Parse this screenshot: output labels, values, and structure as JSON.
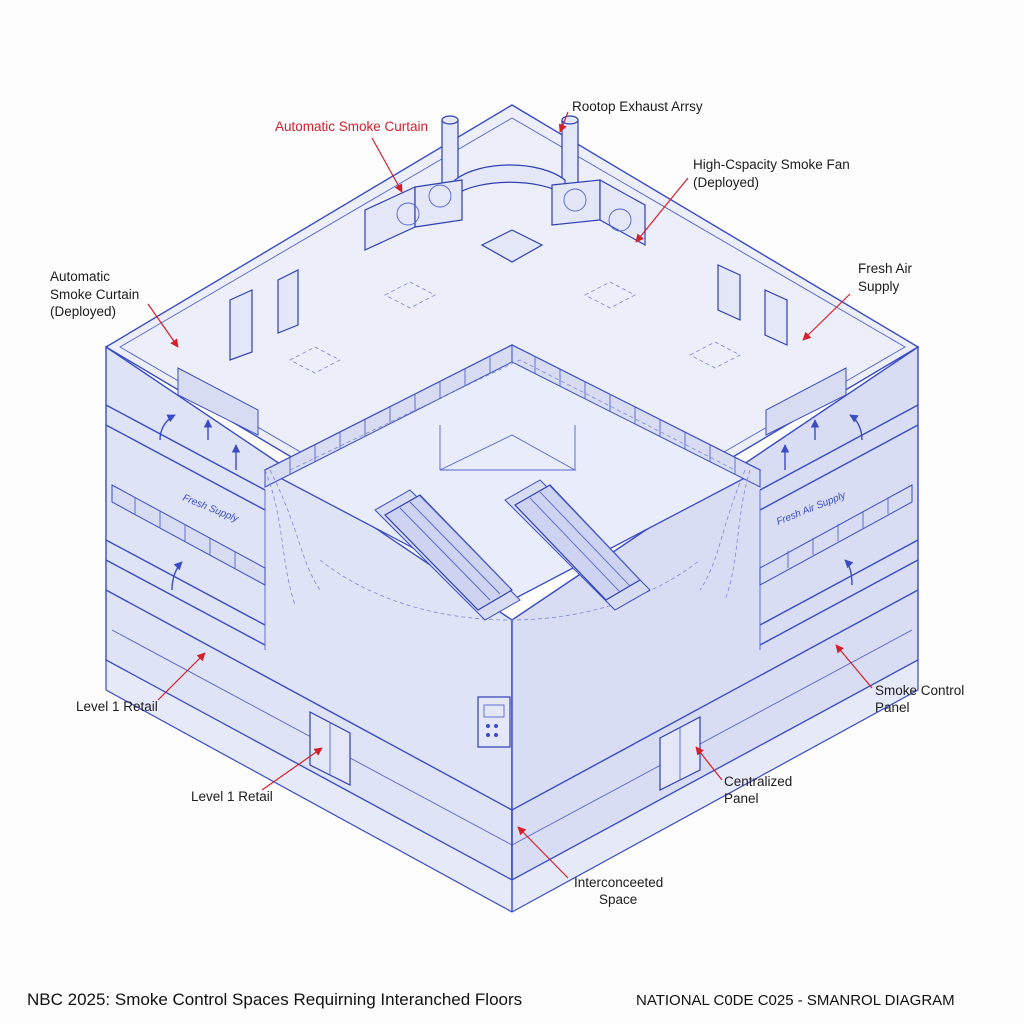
{
  "labels": {
    "rooftop_exhaust": "Rootop Exhaust Arrsy",
    "smoke_curtain_top": "Automatic Smoke Curtain",
    "smoke_fan": [
      "High-Cspacity Smoke Fan",
      "(Deployed)"
    ],
    "smoke_curtain_left": [
      "Automatic",
      "Smoke Curtain",
      "(Deployed)"
    ],
    "fresh_air_right": [
      "Fresh Air",
      "Supply"
    ],
    "level1_retail_a": "Level 1 Retail",
    "level1_retail_b": "Level 1 Retail",
    "smoke_control_panel": [
      "Smoke Control",
      "Panel"
    ],
    "centralized_panel": [
      "Centralized",
      "Panel"
    ],
    "interconnected_space": [
      "Interconceeted",
      "Space"
    ],
    "wall_fresh_supply": "Fresh Supply",
    "wall_fresh_air_supply": "Fresh Air Supply"
  },
  "footer": {
    "title": "NBC 2025: Smoke Control Spaces Requirning Interanched Floors",
    "code": "NATIONAL C0DE C025 - SMANROL DIAGRAM"
  },
  "colors": {
    "line": "#3a4cc4",
    "fill": "#dfe3f6",
    "callout_red": "#d4202a",
    "text": "#1c1c1c"
  }
}
